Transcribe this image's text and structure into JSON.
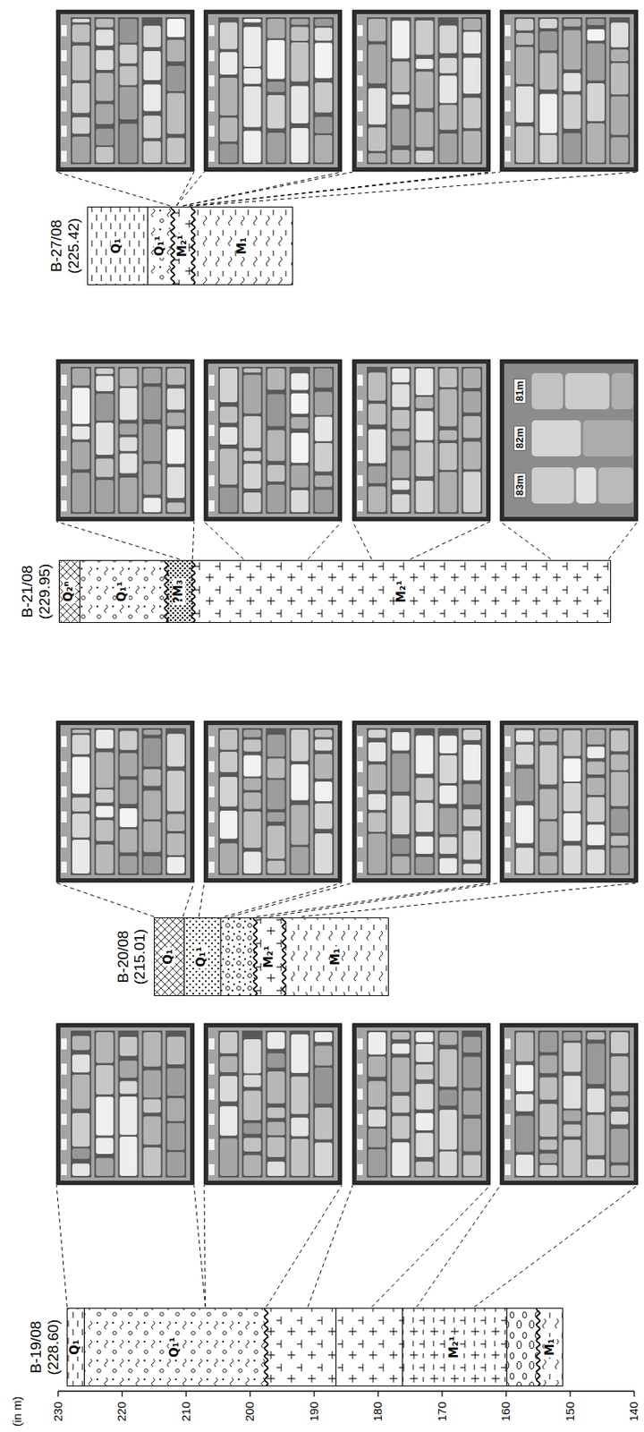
{
  "diagram": {
    "nodes": [
      {
        "text": [
          "B-19/08 (228.60)"
        ]
      },
      {
        "text": [
          "Q₁"
        ],
        "in": 0
      },
      {
        "text": [
          "Q₁¹"
        ],
        "in": 0
      },
      {
        "text": [
          "M₂¹"
        ],
        "in": 0
      },
      {
        "text": [
          "M₁"
        ],
        "in": 0
      },
      {
        "text": [
          "B-20/08 (215.01)"
        ]
      },
      {
        "text": [
          "Q₁"
        ],
        "in": 5
      },
      {
        "text": [
          "Q₁¹"
        ],
        "in": 5
      },
      {
        "text": [
          "M₂¹"
        ],
        "in": 5
      },
      {
        "text": [
          "M₁"
        ],
        "in": 5
      },
      {
        "text": [
          "B-21/08 (229.95)"
        ]
      },
      {
        "text": [
          "Q₂ⁿ"
        ],
        "in": 10
      },
      {
        "text": [
          "Q₁¹"
        ],
        "in": 10
      },
      {
        "text": [
          "?M₃"
        ],
        "in": 10
      },
      {
        "text": [
          "M₂¹"
        ],
        "in": 10
      },
      {
        "text": [
          "B-27/08 (225.42)"
        ]
      },
      {
        "text": [
          "Q₁"
        ],
        "in": 15
      },
      {
        "text": [
          "Q₁¹"
        ],
        "in": 15
      },
      {
        "text": [
          "M₂¹"
        ],
        "in": 15
      },
      {
        "text": [
          "M₁"
        ],
        "in": 15
      }
    ],
    "labels": [
      "(in m)",
      "230",
      "220",
      "210",
      "200",
      "190",
      "180",
      "170",
      "160",
      "150",
      "140",
      "81m",
      "82m",
      "83m"
    ]
  }
}
